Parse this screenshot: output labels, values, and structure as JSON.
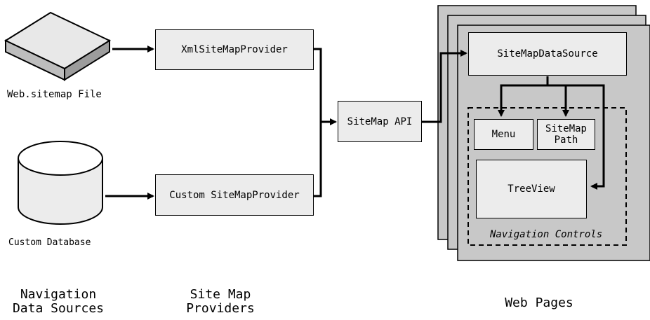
{
  "sources": {
    "file_label": "Web.sitemap File",
    "database_label": "Custom Database"
  },
  "providers": {
    "xml": "XmlSiteMapProvider",
    "custom": "Custom SiteMapProvider"
  },
  "api": {
    "label": "SiteMap API"
  },
  "web_page": {
    "datasource": "SiteMapDataSource",
    "menu": "Menu",
    "sitemap_path": "SiteMap\nPath",
    "treeview": "TreeView",
    "nav_controls_label": "Navigation Controls"
  },
  "captions": {
    "sources": "Navigation\nData Sources",
    "providers": "Site Map\nProviders",
    "web_pages": "Web Pages"
  }
}
